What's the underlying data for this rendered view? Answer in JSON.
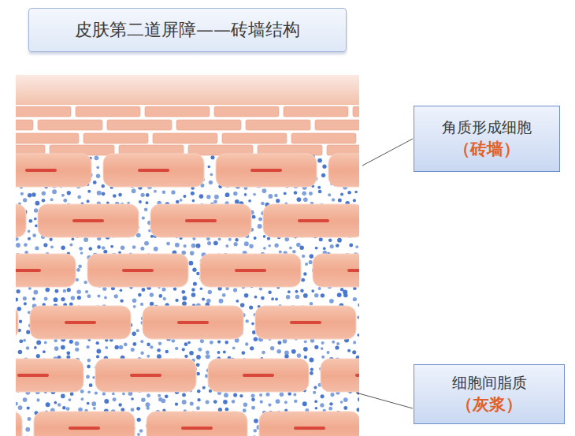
{
  "diagram": {
    "title": "皮肤第二道屏障——砖墙结构",
    "nodes": [
      {
        "text": [
          "角质形成细胞",
          "（砖墙）"
        ]
      },
      {
        "text": [
          "细胞间脂质",
          "（灰浆）"
        ]
      }
    ]
  }
}
